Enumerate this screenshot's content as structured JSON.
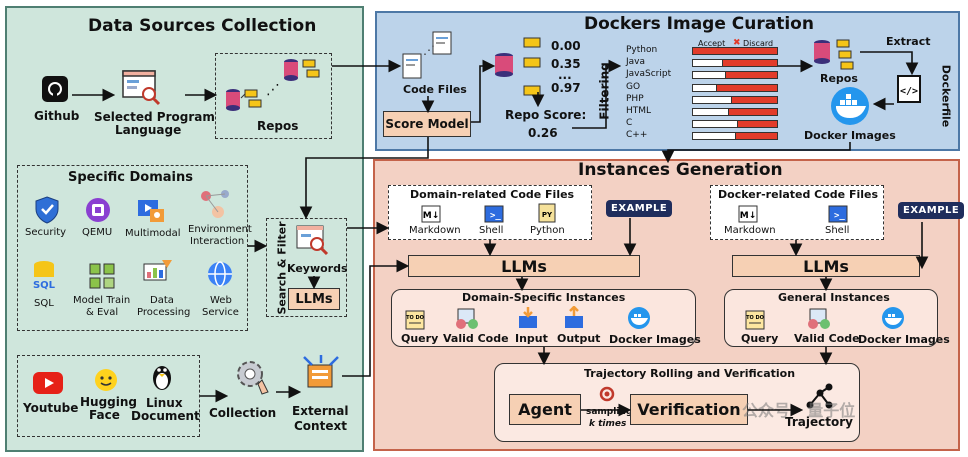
{
  "sections": {
    "data_sources": "Data Sources Collection",
    "docker_curation": "Dockers Image Curation",
    "instances_generation": "Instances Generation"
  },
  "data_sources": {
    "github": "Github",
    "selected_language": "Selected Program",
    "selected_language2": "Language",
    "repos": "Repos",
    "specific_domains": "Specific Domains",
    "domains": [
      "Security",
      "QEMU",
      "Multimodal",
      "Environment",
      "Interaction",
      "SQL",
      "Model Train",
      "& Eval",
      "Data",
      "Processing",
      "Web",
      "Service"
    ],
    "search_filter": "Search & Filter",
    "keywords": "Keywords",
    "llms": "LLMs",
    "youtube": "Youtube",
    "hugging": "Hugging",
    "face": "Face",
    "linux": "Linux",
    "document": "Document",
    "collection": "Collection",
    "external": "External",
    "context": "Context"
  },
  "docker": {
    "code_files": "Code Files",
    "score_model": "Score Model",
    "scores": [
      "0.00",
      "0.35",
      "...",
      "0.97"
    ],
    "repo_score_label": "Repo Score:",
    "repo_score_value": "0.26",
    "filtering": "Filtering",
    "accept": "Accept",
    "discard": "Discard",
    "languages": [
      "Python",
      "Java",
      "JavaScript",
      "GO",
      "PHP",
      "HTML",
      "C",
      "C++"
    ],
    "extract": "Extract",
    "repos": "Repos",
    "dockerfile": "Dockerfile",
    "docker_images": "Docker Images"
  },
  "bar_data": {
    "accept_fraction": [
      0.0,
      0.35,
      0.38,
      0.28,
      0.45,
      0.42,
      0.52,
      0.5
    ]
  },
  "instances": {
    "domain_code_files": "Domain-related Code Files",
    "markdown": "Markdown",
    "shell": "Shell",
    "python": "Python",
    "example": "EXAMPLE",
    "docker_code_files": "Docker-related Code Files",
    "llms": "LLMs",
    "domain_instances": "Domain-Specific Instances",
    "general_instances": "General Instances",
    "query": "Query",
    "valid_code": "Valid Code",
    "input": "Input",
    "output": "Output",
    "docker_images": "Docker Images",
    "trajectory_title": "Trajectory Rolling and Verification",
    "agent": "Agent",
    "sampling1": "sampling",
    "sampling2": "k times",
    "verification": "Verification",
    "trajectory": "Trajectory"
  },
  "watermark": "公众号 · 量子位",
  "colors": {
    "green_panel": "#cfe6dc",
    "blue_panel": "#bcd3ea",
    "red_panel": "#f3d1c4",
    "peach_box": "#f6d0b4",
    "discard_red": "#e23b2a"
  }
}
